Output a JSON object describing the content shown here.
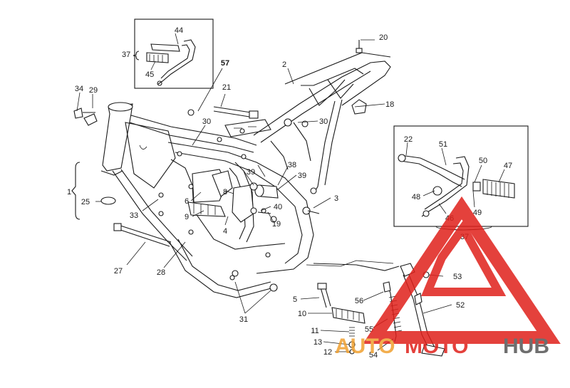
{
  "callouts": {
    "n1": "1",
    "n2": "2",
    "n3": "3",
    "n4": "4",
    "n5": "5",
    "n6": "6",
    "n8": "8",
    "n9": "9",
    "n10": "10",
    "n11": "11",
    "n12": "12",
    "n13": "13",
    "n18": "18",
    "n19": "19",
    "n20": "20",
    "n21": "21",
    "n22": "22",
    "n25": "25",
    "n27": "27",
    "n28": "28",
    "n29": "29",
    "n30a": "30",
    "n30b": "30",
    "n31": "31",
    "n33": "33",
    "n34": "34",
    "n37a": "37",
    "n37b": "37",
    "n38": "38",
    "n39a": "39",
    "n39b": "39",
    "n40": "40",
    "n44": "44",
    "n45": "45",
    "n46": "46",
    "n47": "47",
    "n48": "48",
    "n49": "49",
    "n50": "50",
    "n51": "51",
    "n52": "52",
    "n53": "53",
    "n54": "54",
    "n55": "55",
    "n56": "56",
    "n57": "57"
  },
  "watermark": {
    "text_auto": "AUTO",
    "text_moto": "MOTO",
    "text_hub": "HUB",
    "color_red": "#e0201b",
    "color_orange": "#f0a030",
    "color_gray": "#555555"
  }
}
